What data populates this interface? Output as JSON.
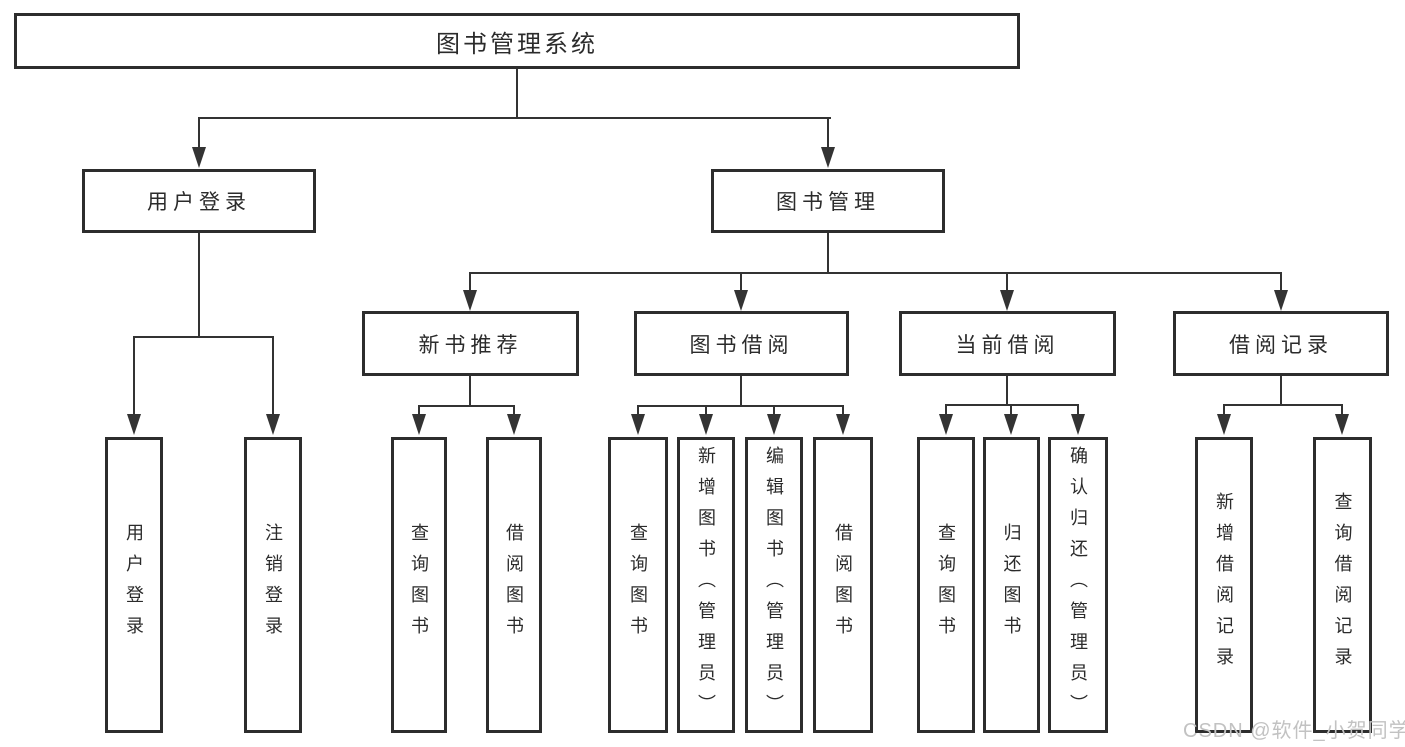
{
  "colors": {
    "line": "#333333",
    "box-border": "#2d2d2d",
    "text": "#2b2b2b",
    "box-bg": "#ffffff",
    "page-bg": "#ffffff",
    "watermark": "#c2c2c2"
  },
  "root": {
    "label": "图书管理系统"
  },
  "login_branch": {
    "label": "用户登录",
    "children": [
      {
        "label": "用户登录"
      },
      {
        "label": "注销登录"
      }
    ]
  },
  "mgmt_branch": {
    "label": "图书管理",
    "modules": [
      {
        "label": "新书推荐",
        "children": [
          {
            "label": "查询图书"
          },
          {
            "label": "借阅图书"
          }
        ]
      },
      {
        "label": "图书借阅",
        "children": [
          {
            "label": "查询图书"
          },
          {
            "label": "新增图书（管理员）"
          },
          {
            "label": "编辑图书（管理员）"
          },
          {
            "label": "借阅图书"
          }
        ]
      },
      {
        "label": "当前借阅",
        "children": [
          {
            "label": "查询图书"
          },
          {
            "label": "归还图书"
          },
          {
            "label": "确认归还（管理员）"
          }
        ]
      },
      {
        "label": "借阅记录",
        "children": [
          {
            "label": "新增借阅记录"
          },
          {
            "label": "查询借阅记录"
          }
        ]
      }
    ]
  },
  "watermark": {
    "text": "CSDN @软件_小贺同学"
  }
}
